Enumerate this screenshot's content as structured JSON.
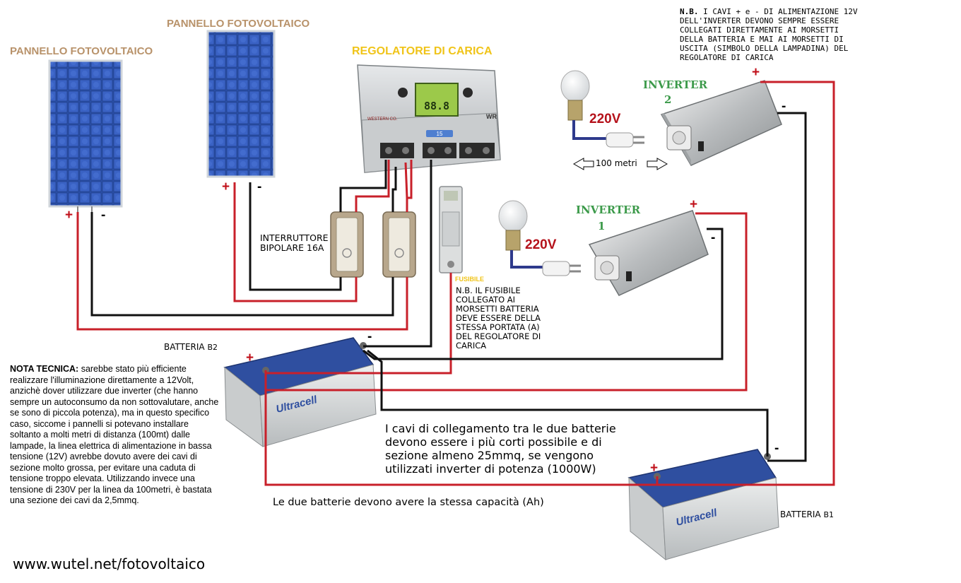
{
  "panels": {
    "left_title": "PANNELLO FOTOVOLTAICO",
    "right_title": "PANNELLO FOTOVOLTAICO",
    "plus": "+",
    "minus": "-"
  },
  "regulator": {
    "title": "REGOLATORE DI CARICA",
    "brand": "WESTERN CO.",
    "model": "WR",
    "display": "88.8",
    "fuse_label": "15"
  },
  "switch": {
    "label_line1": "INTERRUTTORE",
    "label_line2": "BIPOLARE 16A"
  },
  "fuse": {
    "title": "FUSIBILE",
    "note_lines": [
      "N.B. IL FUSIBILE",
      "COLLEGATO AI",
      "MORSETTI BATTERIA",
      "DEVE ESSERE DELLA",
      "STESSA PORTATA (A)",
      "DEL REGOLATORE DI",
      "CARICA"
    ]
  },
  "inverter2": {
    "title": "INVERTER",
    "number": "2",
    "voltage": "220V",
    "distance": "100 metri",
    "plus": "+",
    "minus": "-"
  },
  "inverter1": {
    "title": "INVERTER",
    "number": "1",
    "voltage": "220V",
    "plus": "+",
    "minus": "-"
  },
  "top_note": {
    "bold": "N.B.",
    "lines": [
      " I CAVI + e - DI ALIMENTAZIONE 12V",
      "DELL'INVERTER DEVONO SEMPRE ESSERE",
      "COLLEGATI DIRETTAMENTE AI MORSETTI",
      "DELLA BATTERIA E MAI AI MORSETTI DI",
      "USCITA (SIMBOLO DELLA LAMPADINA) DEL",
      "REGOLATORE DI CARICA"
    ]
  },
  "battery_b2": {
    "label": "BATTERIA",
    "code": "B2",
    "brand": "Ultracell",
    "plus": "+",
    "minus": "-"
  },
  "battery_b1": {
    "label": "BATTERIA",
    "code": "B1",
    "brand": "Ultracell",
    "plus": "+",
    "minus": "-"
  },
  "nota": {
    "bold": "NOTA TECNICA:",
    "text": " sarebbe stato più efficiente realizzare l'illuminazione direttamente a 12Volt, anzichè dover utilizzare due inverter (che hanno sempre un autoconsumo da non sottovalutare, anche se sono di piccola potenza), ma in questo specifico caso, siccome i pannelli si potevano installare soltanto a molti metri di distanza (100mt) dalle lampade, la linea elettrica di alimentazione in bassa tensione (12V) avrebbe dovuto avere dei cavi di sezione molto grossa, per evitare una caduta di tensione troppo elevata. Utilizzando invece una tensione di 230V per la linea da 100metri, è bastata una sezione dei cavi da 2,5mmq."
  },
  "cables_note": "I cavi di collegamento tra le due batterie devono essere i più corti possibile e di sezione almeno 25mmq, se vengono utilizzati inverter di potenza (1000W)",
  "capacity_note": "Le due batterie devono avere la stessa capacità (Ah)",
  "website": "www.wutel.net/fotovoltaico",
  "colors": {
    "wire_positive": "#c8202a",
    "wire_negative": "#111111",
    "wire_ac": "#2e3a8c",
    "panel_blue": "#2a4fa8",
    "title_brown": "#b8926a",
    "title_yellow": "#f0c419",
    "title_green": "#3c9a4a",
    "battery_body": "#d9dcdd",
    "battery_top": "#2f4fa0"
  }
}
